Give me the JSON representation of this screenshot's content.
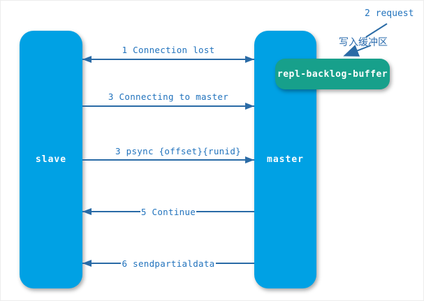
{
  "nodes": {
    "slave": {
      "label": "slave"
    },
    "master": {
      "label": "master"
    },
    "buffer": {
      "label": "repl-backlog-buffer"
    }
  },
  "annotations": {
    "request": "2 request",
    "write_buffer": "写入缓冲区"
  },
  "messages": [
    {
      "label": "1 Connection lost",
      "direction": "both"
    },
    {
      "label": "3 Connecting to master",
      "direction": "right"
    },
    {
      "label": "3 psync {offset}{runid}",
      "direction": "right"
    },
    {
      "label": "5 Continue",
      "direction": "left"
    },
    {
      "label": "6 sendpartialdata",
      "direction": "left"
    }
  ],
  "colors": {
    "node_blue": "#00a1e4",
    "buffer_green": "#17a08b",
    "arrow_blue": "#2a6ba6",
    "label_blue": "#2273bd"
  }
}
